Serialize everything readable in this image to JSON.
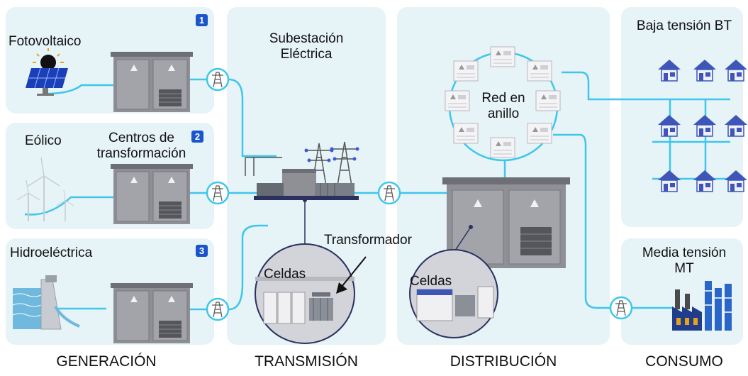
{
  "generation": {
    "items": [
      {
        "label": "Fotovoltaico",
        "badge": "1"
      },
      {
        "label": "Eólico",
        "badge": "2"
      },
      {
        "label": "Hidroeléctrica",
        "badge": "3"
      }
    ],
    "transformation_centers_label": "Centros de transformación"
  },
  "transmission": {
    "substation_label": "Subestación Eléctrica",
    "transformer_label": "Transformador",
    "cells_label": "Celdas"
  },
  "distribution": {
    "ring_label": "Red en anillo",
    "cells_label": "Celdas"
  },
  "consumption": {
    "low_voltage_label": "Baja tensión BT",
    "medium_voltage_label": "Media tensión MT"
  },
  "stages": [
    "GENERACIÓN",
    "TRANSMISIÓN",
    "DISTRIBUCIÓN",
    "CONSUMO"
  ],
  "colors": {
    "panel": "#e6f3f7",
    "line": "#3fc6ea",
    "badge": "#1a55c9",
    "cabinet": "#8f9096",
    "house": "#3d56b8"
  }
}
